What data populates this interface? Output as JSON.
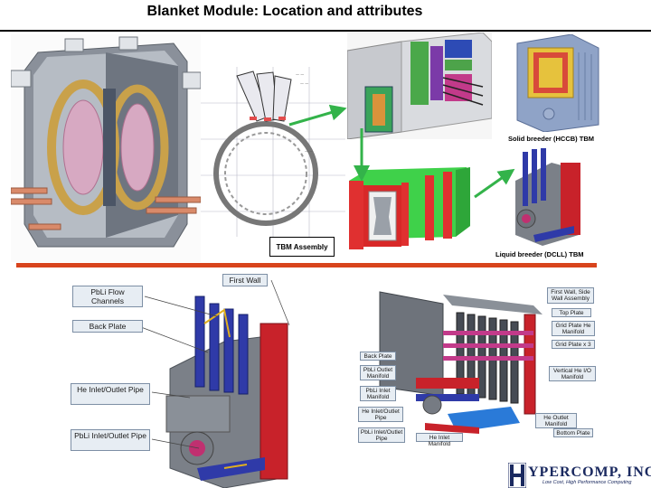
{
  "title": "Blanket Module: Location and attributes",
  "top_captions": {
    "hccb": "Solid breeder (HCCB) TBM",
    "dcll": "Liquid breeder (DCLL) TBM",
    "assembly": "TBM Assembly"
  },
  "left_labels": {
    "first_wall": "First Wall",
    "pbli_flow": "PbLi Flow Channels",
    "back_plate": "Back Plate",
    "he_pipe": "He Inlet/Outlet Pipe",
    "pbli_pipe": "PbLi Inlet/Outlet Pipe"
  },
  "right_labels": {
    "fw_side": "First Wall, Side Wall Assembly",
    "top_plate": "Top Plate",
    "grid_he": "Grid Plate He Manifold",
    "grid_x3": "Grid Plate x 3",
    "back_plate": "Back Plate",
    "pbli_outlet": "PbLi Outlet Manifold",
    "vertical_he": "Vertical He I/O Manifold",
    "pbli_inlet": "PbLi Inlet Manifold",
    "he_io_pipe": "He Inlet/Outlet Pipe",
    "he_outlet": "He Outlet Manifold",
    "pbli_io_pipe": "PbLi Inlet/Outlet Pipe",
    "he_inlet": "He Inlet Manifold",
    "bottom_plate": "Bottom Plate"
  },
  "logo": {
    "name": "YPERCOMP, INC.",
    "tagline": "Low Cost, High Performance Computing"
  },
  "colors": {
    "accent_rule": "#d8441c",
    "arrow": "#33b34a",
    "steel": "#7b8088",
    "red": "#c8222a",
    "green": "#3fd14a",
    "blue": "#2f3aa8",
    "logo": "#1b2a60"
  }
}
